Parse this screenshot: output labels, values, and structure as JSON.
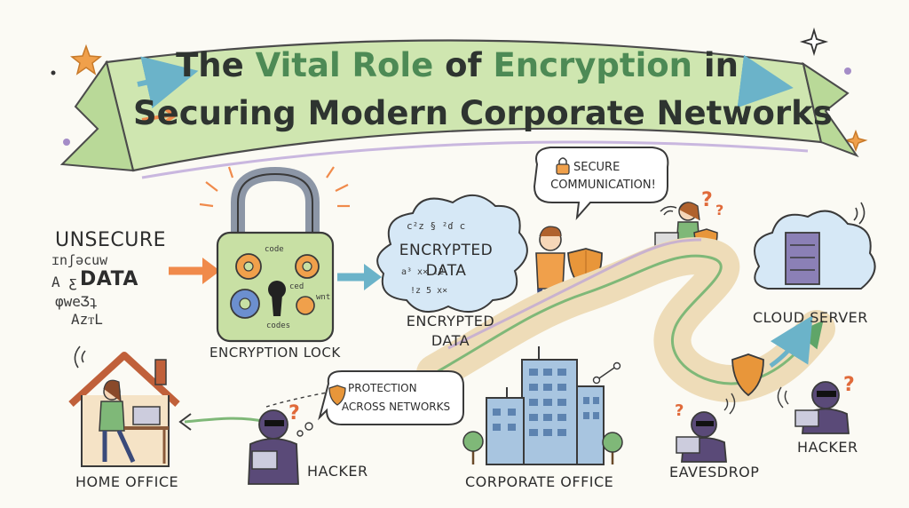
{
  "title": {
    "line1_prefix": "The ",
    "line1_highlight1": "Vital Role",
    "line1_mid": " of ",
    "line1_highlight2": "Encryption",
    "line1_suffix": " in",
    "line2": "Securing Modern Corporate Networks"
  },
  "labels": {
    "unsecure": "UNSECURE",
    "data": "DATA",
    "encryption_lock": "ENCRYPTION LOCK",
    "encrypted_data_cloud_line1": "ENCRYPTED",
    "encrypted_data_cloud_line2": "DATA",
    "encrypted_data_line1": "ENCRYPTED",
    "encrypted_data_line2": "DATA",
    "secure_comm_line1": "SECURE",
    "secure_comm_line2": "COMMUNICATION!",
    "protection_line1": "PROTECTION",
    "protection_line2": "ACROSS NETWORKS",
    "cloud_server": "CLOUD SERVER",
    "home_office": "HOME OFFICE",
    "hacker_left": "HACKER",
    "corporate_office": "CORPORATE OFFICE",
    "eavesdrop": "EAVESDROP",
    "hacker_right": "HACKER"
  },
  "scribbles": {
    "unsecure_line1": "ɪnʃəcuw",
    "unsecure_line2": "A  ƹ",
    "unsecure_line3": "φweƷʇ",
    "unsecure_line4": "AzᴛL",
    "lock_code1": "code",
    "lock_code2": "ced",
    "lock_code3": "codes",
    "lock_code4": "wnt",
    "cloud_symbols1": "c²z  § ²ɗ  c",
    "cloud_symbols2": "a³  x×  !2",
    "cloud_symbols3": "!z   5  x×"
  },
  "colors": {
    "banner_green": "#b9d998",
    "lock_green": "#c8e0a4",
    "shield_orange": "#e8963a",
    "arrow_orange": "#f08a4b",
    "arrow_blue": "#6bb3c9",
    "path_tan": "#eedcb8",
    "path_green": "#7fb878",
    "hacker_purple": "#5a4a78",
    "star_orange": "#f0a04b"
  }
}
